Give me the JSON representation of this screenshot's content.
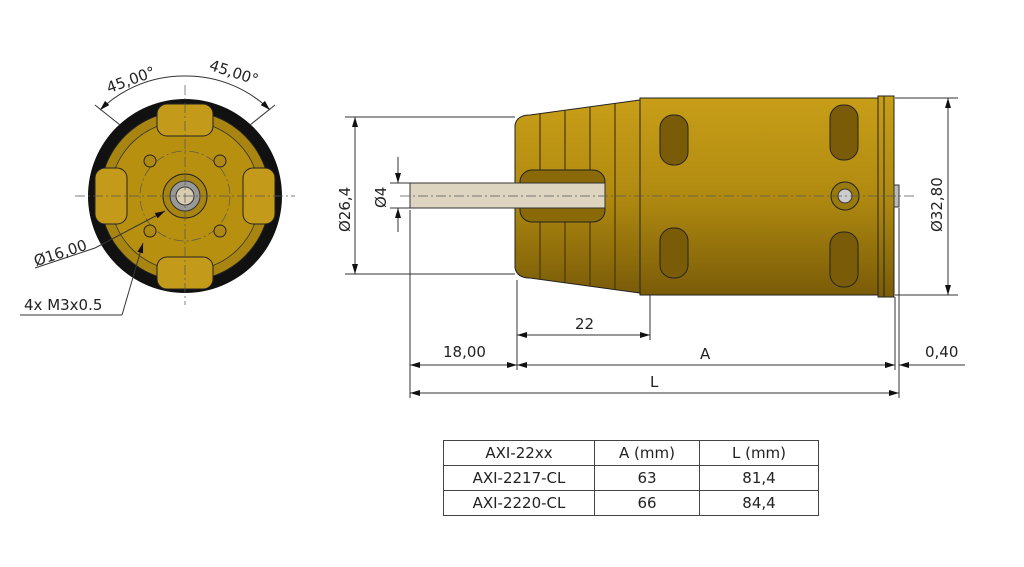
{
  "front_view": {
    "angle_left": "45,00°",
    "angle_right": "45,00°",
    "diameter_bolt_circle": "Ø16,00",
    "thread_note": "4x M3x0.5"
  },
  "side_view": {
    "dia_front": "Ø26,4",
    "dia_shaft": "Ø4",
    "dia_body": "Ø32,80",
    "dim_22": "22",
    "dim_shaft": "18,00",
    "dim_A": "A",
    "dim_end": "0,40",
    "dim_L": "L"
  },
  "table": {
    "headers": [
      "AXI-22xx",
      "A (mm)",
      "L (mm)"
    ],
    "rows": [
      [
        "AXI-2217-CL",
        "63",
        "81,4"
      ],
      [
        "AXI-2220-CL",
        "66",
        "84,4"
      ]
    ]
  },
  "colors": {
    "body": "#b08a10",
    "dark": "#6e5406",
    "rim": "#111111"
  }
}
